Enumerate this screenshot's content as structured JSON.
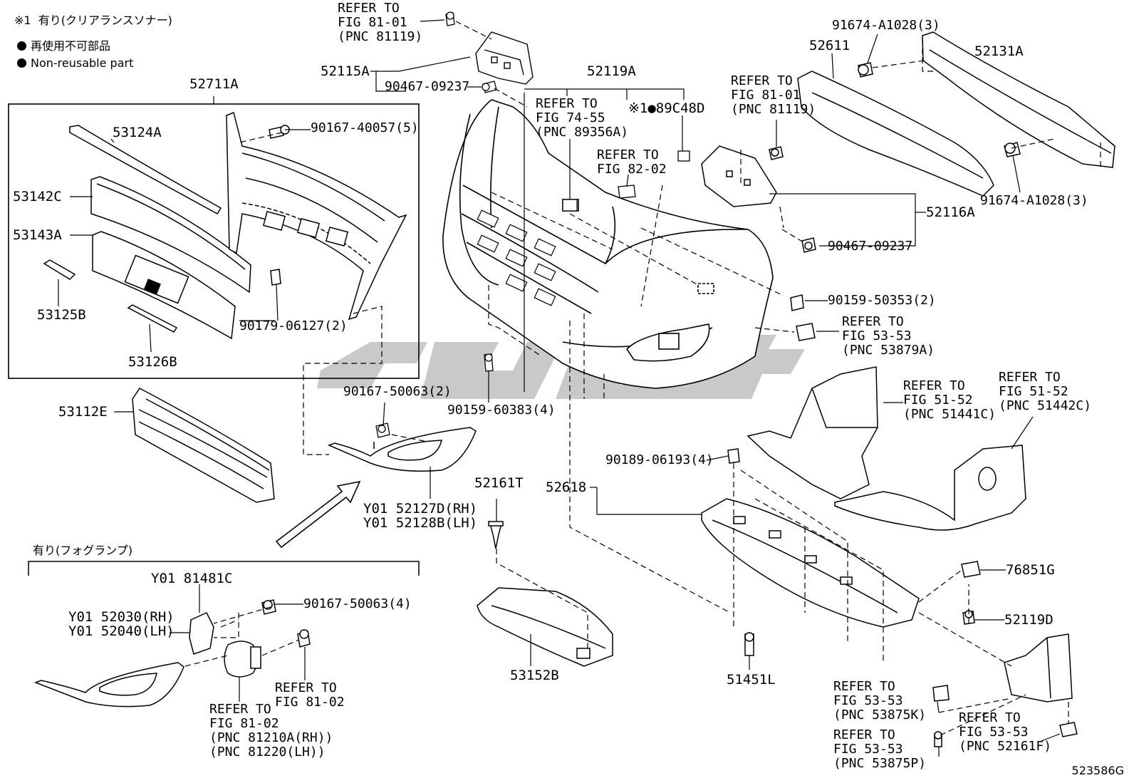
{
  "legend": {
    "note1": "※1  有り(クリアランスソナー)",
    "nonreusable_jp": "再使用不可部品",
    "nonreusable_en": "Non-reusable part"
  },
  "fog_option_label": "有り(フォグランプ)",
  "figure_code": "523586G",
  "labels": {
    "l_52711A": "52711A",
    "l_53124A": "53124A",
    "l_53142C": "53142C",
    "l_53143A": "53143A",
    "l_53125B": "53125B",
    "l_53126B": "53126B",
    "l_90167_40057": "90167-40057(5)",
    "l_90179_06127": "90179-06127(2)",
    "l_refer_81_01_a": "REFER TO\nFIG 81-01\n(PNC 81119)",
    "l_52115A": "52115A",
    "l_90467_a": "90467-09237",
    "l_52119A": "52119A",
    "l_refer_74_55": "REFER TO\nFIG 74-55\n(PNC 89356A)",
    "l_89C48D": "※1●89C48D",
    "l_refer_82_02": "REFER TO\nFIG 82-02",
    "l_52611": "52611",
    "l_91674_a": "91674-A1028(3)",
    "l_52131A": "52131A",
    "l_refer_81_01_b": "REFER TO\nFIG 81-01\n(PNC 81119)",
    "l_91674_b": "91674-A1028(3)",
    "l_52116A": "52116A",
    "l_90467_b": "90467-09237",
    "l_90159_50353": "90159-50353(2)",
    "l_refer_53_53_a": "REFER TO\nFIG 53-53\n(PNC 53879A)",
    "l_53112E": "53112E",
    "l_90167_50063_2": "90167-50063(2)",
    "l_90159_60383": "90159-60383(4)",
    "l_refer_51_52_a": "REFER TO\nFIG 51-52\n(PNC 51441C)",
    "l_refer_51_52_b": "REFER TO\nFIG 51-52\n(PNC 51442C)",
    "l_52127D": "Y01 52127D(RH)\nY01 52128B(LH)",
    "l_52161T": "52161T",
    "l_52618": "52618",
    "l_90189_06193": "90189-06193(4)",
    "l_76851G": "76851G",
    "l_52119D": "52119D",
    "l_81481C": "Y01 81481C",
    "l_90167_50063_4": "90167-50063(4)",
    "l_52030": "Y01 52030(RH)\nY01 52040(LH)",
    "l_refer_81_02_a": "REFER TO\nFIG 81-02",
    "l_refer_81_02_b": "REFER TO\nFIG 81-02\n(PNC 81210A(RH))\n(PNC 81220(LH))",
    "l_53152B": "53152B",
    "l_51451L": "51451L",
    "l_refer_53_53_b": "REFER TO\nFIG 53-53\n(PNC 53875K)",
    "l_refer_53_53_c": "REFER TO\nFIG 53-53\n(PNC 53875P)",
    "l_refer_53_53_d": "REFER TO\nFIG 53-53\n(PNC 52161F)"
  },
  "colors": {
    "line": "#000000",
    "watermark": "#c8c8c8"
  }
}
